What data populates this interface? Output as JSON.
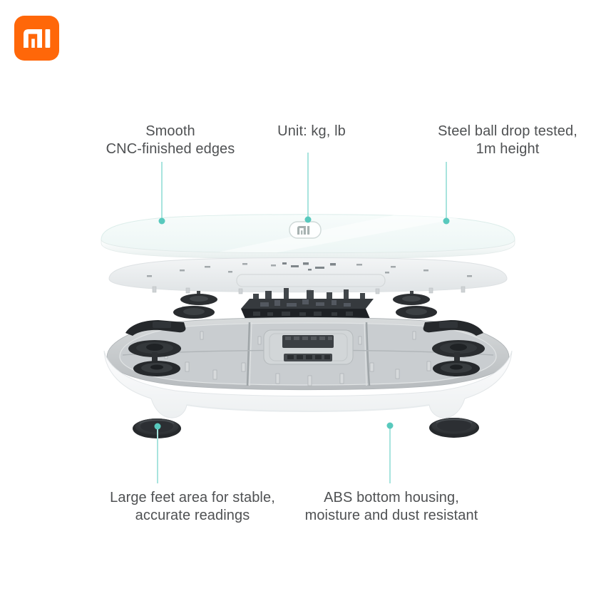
{
  "brand_logo": {
    "glyph": "mi",
    "color": "#ff6709"
  },
  "annotations": {
    "top_left": "Smooth\nCNC-finished edges",
    "top_center": "Unit: kg, lb",
    "top_right": "Steel ball drop tested,\n1m height",
    "bottom_left": "Large feet area for stable,\naccurate readings",
    "bottom_right": "ABS bottom housing,\nmoisture and dust resistant"
  },
  "style": {
    "label_color": "#4f5153",
    "leader_line_color": "#a8e4de",
    "leader_dot_color": "#58c9bd"
  },
  "icons": {
    "brand": "mi-logo-icon",
    "glass_badge": "mi-badge-icon"
  }
}
